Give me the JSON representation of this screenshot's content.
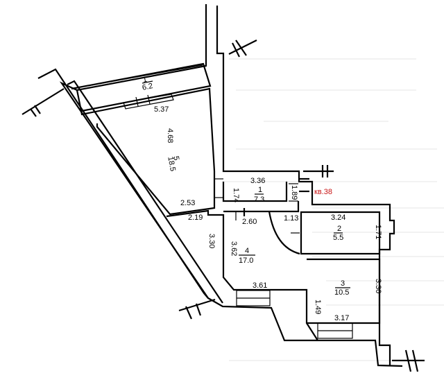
{
  "colors": {
    "line": "#000000",
    "apartment_label": "#c81414",
    "background": "#ffffff"
  },
  "apartment_label": "кв.38",
  "rooms": [
    {
      "number": "1",
      "area": "7.3"
    },
    {
      "number": "2",
      "area": "5.5"
    },
    {
      "number": "3",
      "area": "10.5"
    },
    {
      "number": "4",
      "area": "17.0"
    },
    {
      "number": "5",
      "area": "18.5"
    },
    {
      "number": "6",
      "area": "6.2"
    }
  ],
  "dimensions": {
    "d_5_37": "5.37",
    "d_4_68": "4.68",
    "d_2_53": "2.53",
    "d_3_36": "3.36",
    "d_1_89": "1.89",
    "d_1_74": "1.74",
    "d_2_19": "2.19",
    "d_2_60": "2.60",
    "d_1_13": "1.13",
    "d_3_24": "3.24",
    "d_1_71": "1.71",
    "d_3_30_left": "3.30",
    "d_3_62": "3.62",
    "d_3_61": "3.61",
    "d_1_49": "1.49",
    "d_3_17": "3.17",
    "d_3_30_right": "3.30"
  }
}
